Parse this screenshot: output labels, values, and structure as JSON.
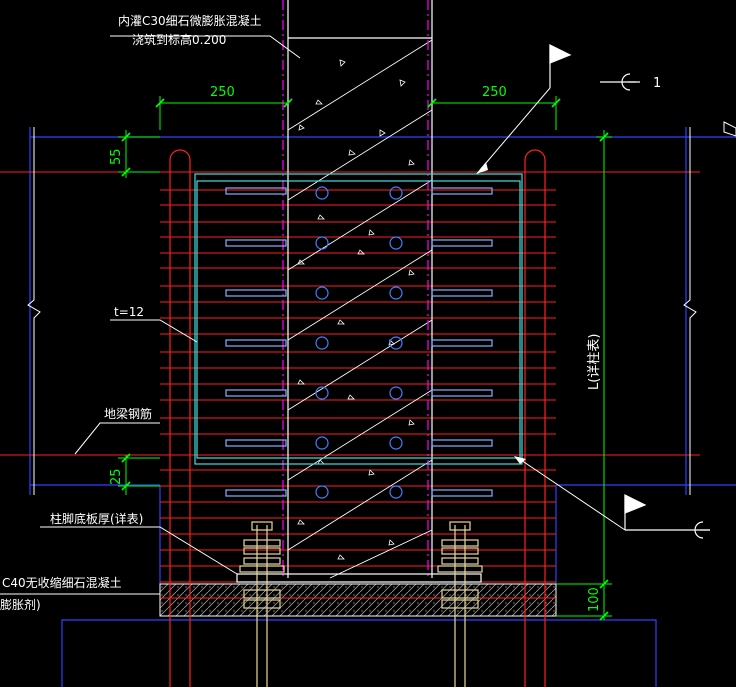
{
  "drawing": {
    "annotations": {
      "infill_line1": "内灌C30细石微膨胀混凝土",
      "infill_line2": "浇筑到标高0.200",
      "plate_thickness": "t=12",
      "beam_rebar": "地梁钢筋",
      "base_plate": "柱脚底板厚(详表)",
      "grout_line1": "C40无收缩细石混凝土",
      "grout_line2": "膨胀剂)",
      "length_label": "L(详柱表)"
    },
    "dimensions": {
      "left_width": "250",
      "right_width": "250",
      "top_offset": "55",
      "bottom_offset": "25",
      "grout_height": "100"
    },
    "section_marks": {
      "upper_number": "1"
    },
    "colors": {
      "background": "#000000",
      "column_outline": "#ffffff",
      "centerline": "#ff00ff",
      "concrete_hatch": "#ffffff",
      "plate": "#40e0e0",
      "rebar": "#ff2020",
      "stirrup": "#ff2020",
      "beam_outline": "#3040ff",
      "dimension": "#00ff00",
      "anchor_bolt": "#e8d8a0",
      "bolt_holes": "#4080ff",
      "text": "#ffffff"
    }
  }
}
